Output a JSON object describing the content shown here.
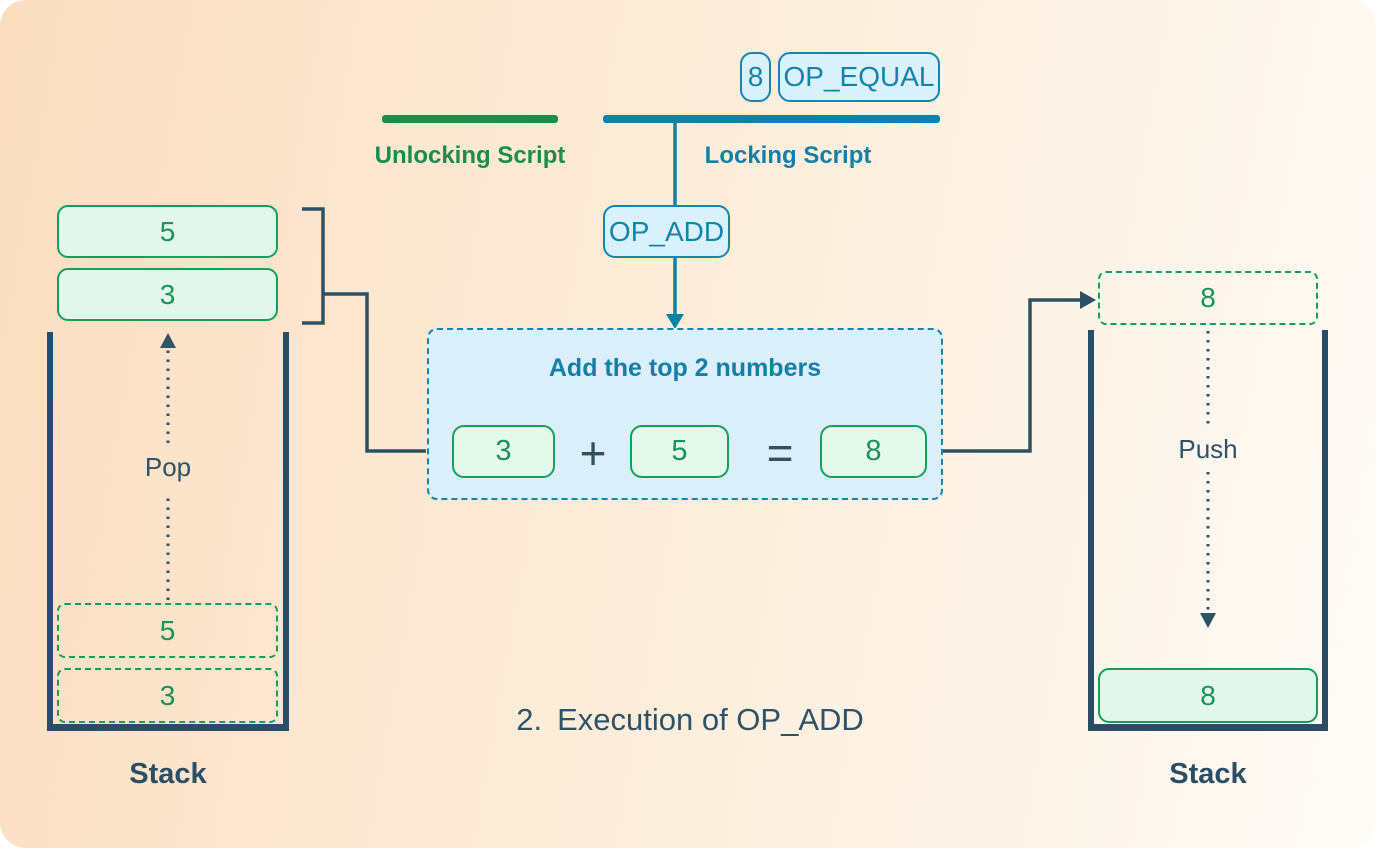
{
  "scripts": {
    "tokens": [
      {
        "value": "8"
      },
      {
        "value": "OP_EQUAL"
      }
    ],
    "unlocking_label": "Unlocking Script",
    "locking_label": "Locking Script"
  },
  "op_add": {
    "label": "OP_ADD"
  },
  "operation": {
    "title": "Add the top 2 numbers",
    "operand1": "3",
    "operator_plus": "+",
    "operand2": "5",
    "operator_equals": "=",
    "result": "8"
  },
  "left_stack": {
    "popped_items": [
      {
        "value": "5"
      },
      {
        "value": "3"
      }
    ],
    "ghost_items": [
      {
        "value": "5"
      },
      {
        "value": "3"
      }
    ],
    "action_label": "Pop",
    "caption": "Stack"
  },
  "right_stack": {
    "incoming_item": {
      "value": "8"
    },
    "pushed_item": {
      "value": "8"
    },
    "action_label": "Push",
    "caption": "Stack"
  },
  "figure_caption": {
    "number": "2.",
    "text": "Execution of OP_ADD"
  },
  "colors": {
    "background_peach": "#fbdec1",
    "background_white": "#fefbf6",
    "teal": "#1486ac",
    "teal_fill": "#d9f1fb",
    "central_fill": "#daeffa",
    "green_dark": "#1d8c4b",
    "green_border": "#12a05a",
    "green_fill": "#e4f8ec",
    "navy": "#2e5266"
  }
}
